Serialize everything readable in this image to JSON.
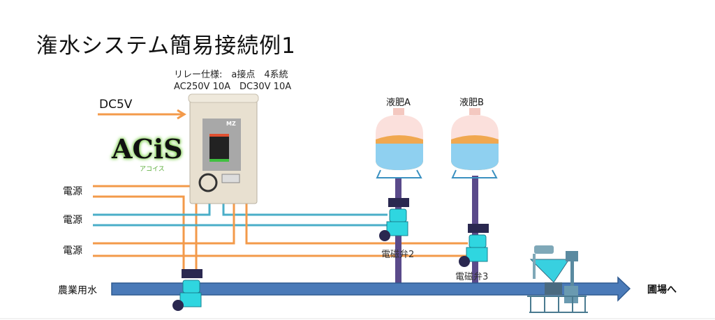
{
  "title": "潅水システム簡易接続例1",
  "relay_spec": {
    "line1": "リレー仕様:　a接点　4系統",
    "line2": "AC250V 10A　DC30V 10A"
  },
  "dc_label": "DC5V",
  "logo": {
    "text": "ACiS",
    "sub": "アコイス"
  },
  "power_labels": [
    "電源",
    "電源",
    "電源"
  ],
  "tanks": [
    {
      "label": "液肥A"
    },
    {
      "label": "液肥B"
    }
  ],
  "valves": [
    {
      "label": "電磁弁2"
    },
    {
      "label": "電磁弁3"
    }
  ],
  "water_source": "農業用水",
  "destination": "圃場へ",
  "controller_brand": "MZ",
  "colors": {
    "orange": "#f39a4a",
    "blue": "#4aaec8",
    "pipe": "#4a7ab8",
    "purple": "#5a4a8a",
    "cyan": "#2fd6e0"
  }
}
